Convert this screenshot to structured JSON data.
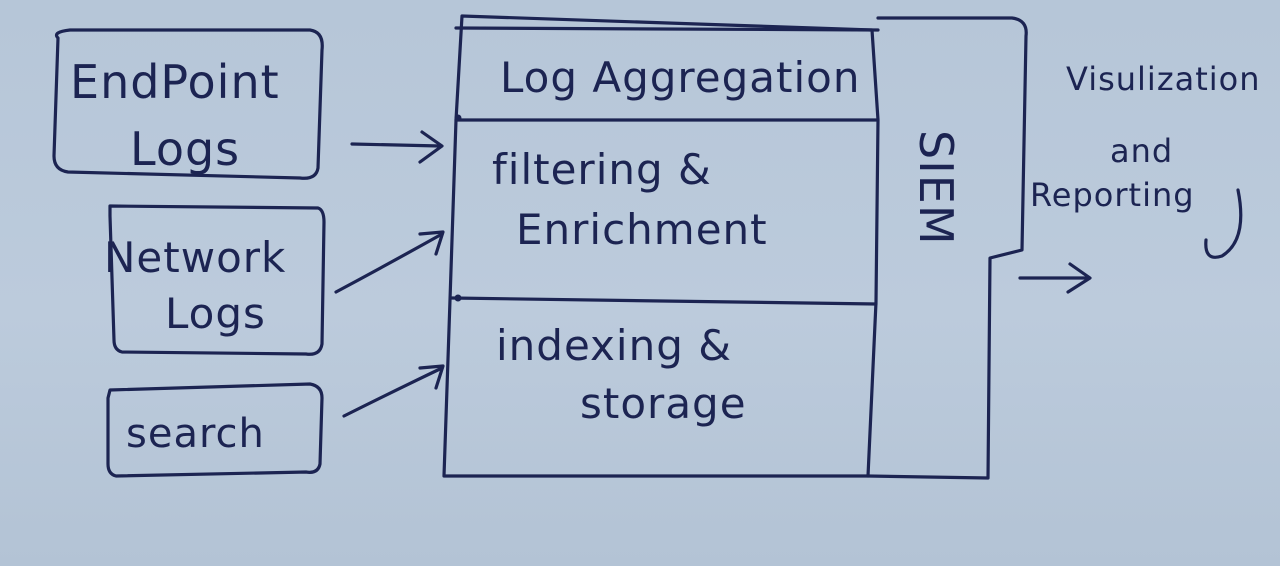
{
  "sources": [
    {
      "id": "endpoint",
      "lines": [
        "EndPoint",
        "Logs"
      ]
    },
    {
      "id": "network",
      "lines": [
        "Network",
        "Logs"
      ]
    },
    {
      "id": "search",
      "lines": [
        "search"
      ]
    }
  ],
  "pipeline": {
    "stages": [
      {
        "id": "aggregation",
        "lines": [
          "Log Aggregation"
        ]
      },
      {
        "id": "filtering",
        "lines": [
          "filtering &",
          "Enrichment"
        ]
      },
      {
        "id": "indexing",
        "lines": [
          "indexing &",
          "storage"
        ]
      }
    ]
  },
  "siem": {
    "label": "SIEM"
  },
  "output": {
    "lines": [
      "Visulization",
      "and",
      "Reporting"
    ]
  },
  "colors": {
    "ink": "#1c2452",
    "paper": "#b9c8da"
  }
}
